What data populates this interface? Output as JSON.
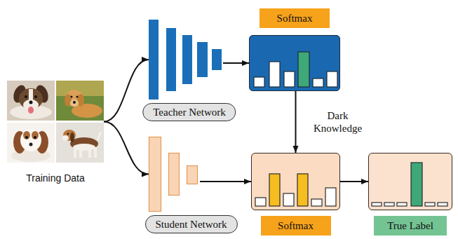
{
  "diagram": {
    "nodes": [
      {
        "text": [
          "Training Data"
        ]
      },
      {
        "text": [
          "Teacher Network"
        ]
      },
      {
        "text": [
          "Softmax"
        ]
      },
      {
        "text": [
          "Student Network"
        ]
      },
      {
        "text": [
          "Softmax"
        ]
      },
      {
        "text": [
          "True Label"
        ]
      }
    ],
    "edges": [
      {
        "from": 0,
        "to": 1,
        "arrow": "to"
      },
      {
        "from": 0,
        "to": 3,
        "arrow": "to"
      },
      {
        "from": 1,
        "to": 2,
        "arrow": "to"
      },
      {
        "from": 2,
        "to": 4,
        "arrow": "to",
        "label": "Dark Knowledge"
      },
      {
        "from": 3,
        "to": 4,
        "arrow": "to"
      },
      {
        "from": 4,
        "to": 5,
        "arrow": "to"
      }
    ]
  }
}
